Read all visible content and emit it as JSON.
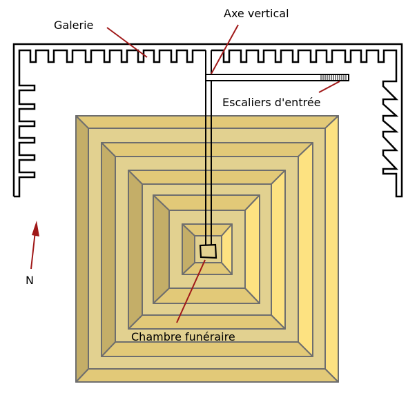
{
  "labels": {
    "gallery": "Galerie",
    "vertical_axis": "Axe vertical",
    "entrance_stairs": "Escaliers d'entrée",
    "burial_chamber": "Chambre funéraire",
    "north": "N"
  },
  "colors": {
    "bevel_top_bottom": "#e2c978",
    "bevel_left": "#c4ae68",
    "bevel_right": "#fde281",
    "terrace": "#e2d190",
    "edge": "#6e6e6e",
    "leader": "#a01818"
  }
}
